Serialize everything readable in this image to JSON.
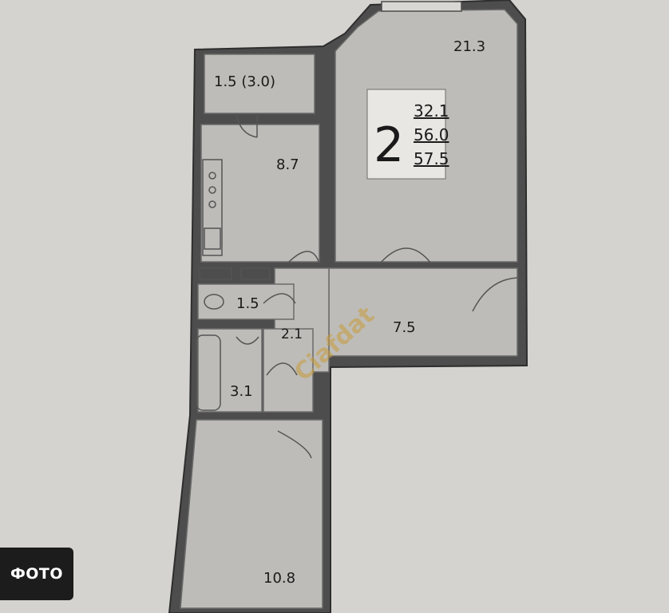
{
  "badge": {
    "label": "ФОТО"
  },
  "summary": {
    "room_count": "2",
    "living_area": "32.1",
    "total_area": "56.0",
    "total_area_with_balcony": "57.5"
  },
  "rooms": {
    "balcony": "1.5 (3.0)",
    "kitchen": "8.7",
    "large_room": "21.3",
    "toilet": "1.5",
    "corridor_small": "2.1",
    "bathroom": "3.1",
    "hall": "7.5",
    "bedroom": "10.8"
  },
  "watermark": {
    "text": "Ciafdat",
    "color": "#c99a3a"
  },
  "colors": {
    "paper": "#d4d3cf",
    "room_fill": "#bdbcb8",
    "wall": "#5a5a5a"
  }
}
